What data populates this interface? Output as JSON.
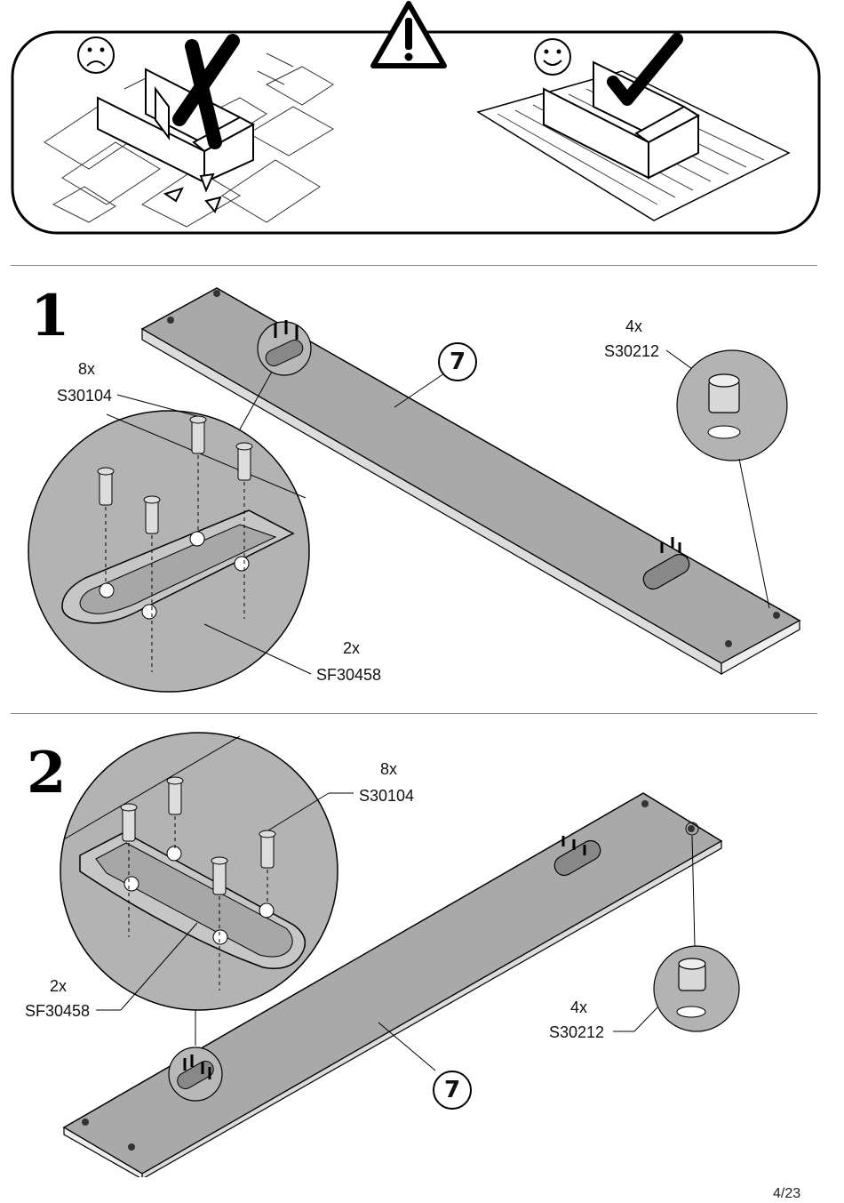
{
  "warning_panel": {
    "bad_icon": "frown-face-icon",
    "good_icon": "smile-face-icon",
    "warning_icon": "warning-triangle-icon",
    "bad_mark": "cross-mark-icon",
    "good_mark": "check-mark-icon"
  },
  "step1": {
    "number": "1",
    "screw_qty": "8x",
    "screw_code": "S30104",
    "cam_qty": "4x",
    "cam_code": "S30212",
    "bracket_qty": "2x",
    "bracket_code": "SF30458",
    "part_number": "7"
  },
  "step2": {
    "number": "2",
    "screw_qty": "8x",
    "screw_code": "S30104",
    "bracket_qty": "2x",
    "bracket_code": "SF30458",
    "cam_qty": "4x",
    "cam_code": "S30212",
    "part_number": "7"
  },
  "footer": {
    "page": "4/23"
  },
  "colors": {
    "panel_gray": "#a9a9a9",
    "zoom_gray": "#b3b3b3",
    "line": "#000000"
  }
}
